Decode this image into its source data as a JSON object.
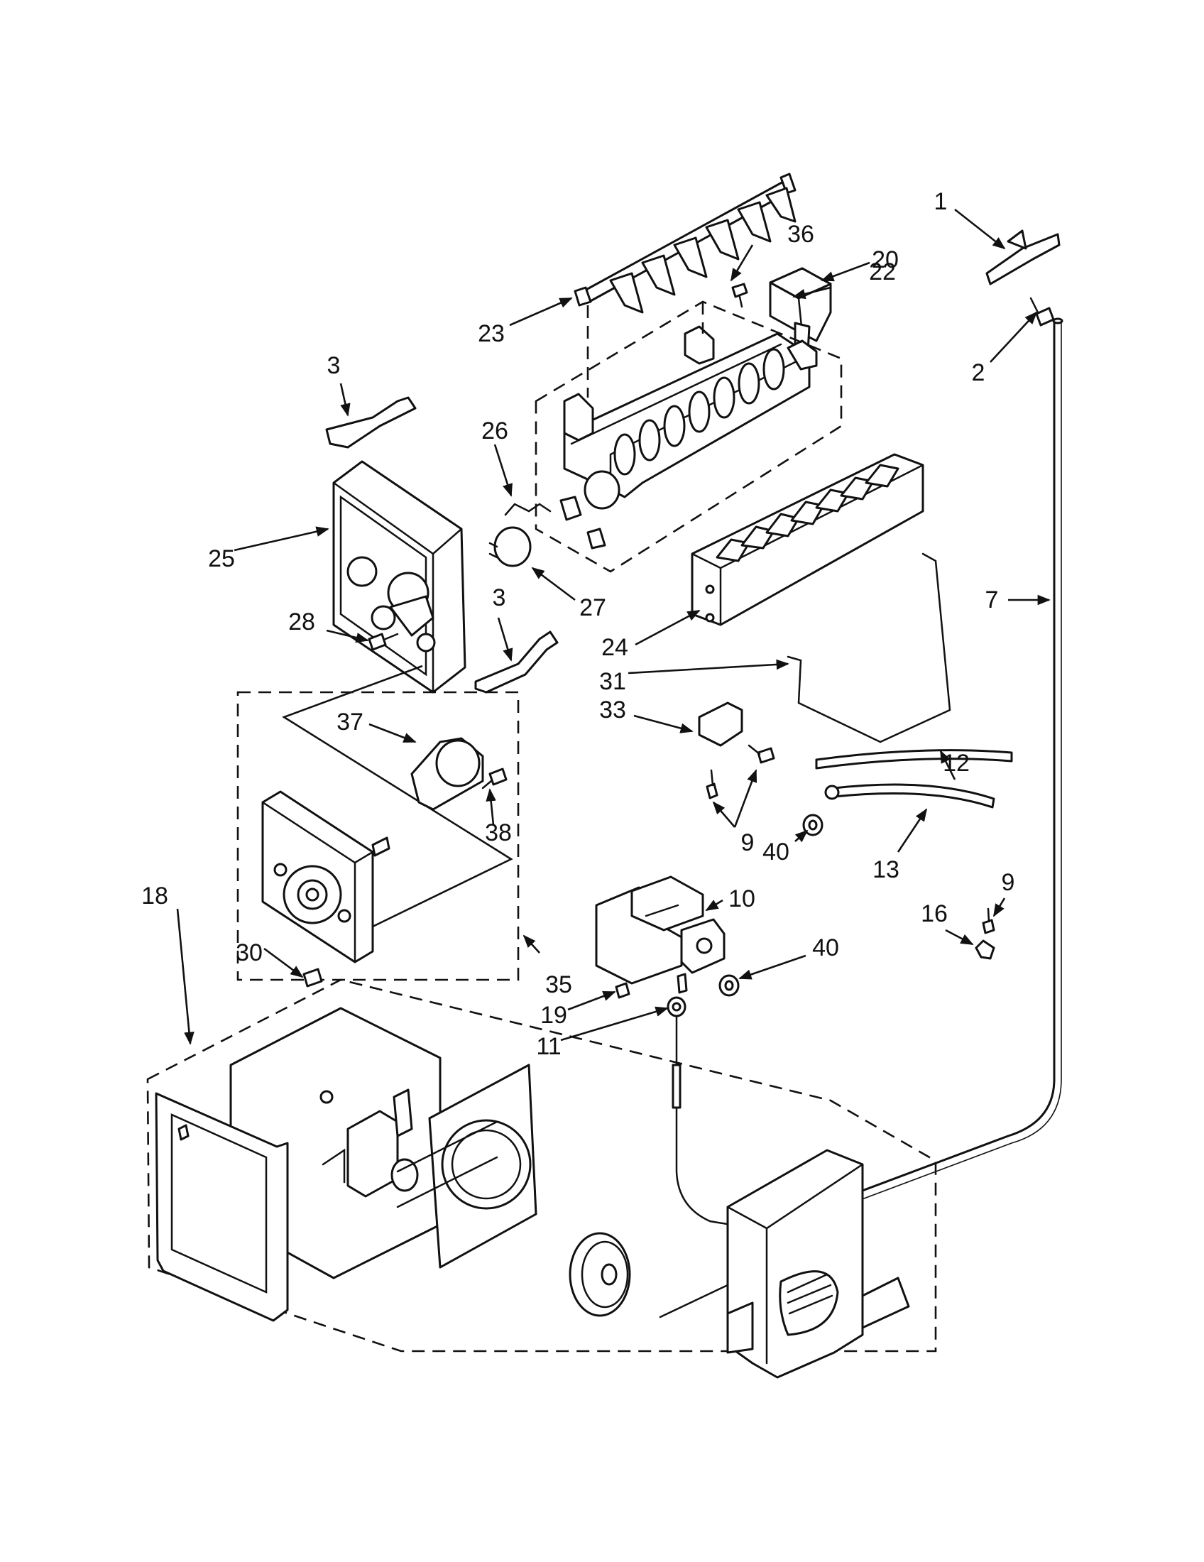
{
  "diagram": {
    "labels": {
      "p1": "1",
      "p2": "2",
      "p3a": "3",
      "p3b": "3",
      "p7": "7",
      "p9a": "9",
      "p9b": "9",
      "p10": "10",
      "p11": "11",
      "p12": "12",
      "p13": "13",
      "p16": "16",
      "p18": "18",
      "p19": "19",
      "p20": "20",
      "p22": "22",
      "p23": "23",
      "p24": "24",
      "p25": "25",
      "p26": "26",
      "p27": "27",
      "p28": "28",
      "p30": "30",
      "p31": "31",
      "p33": "33",
      "p35": "35",
      "p36": "36",
      "p37": "37",
      "p38": "38",
      "p40a": "40",
      "p40b": "40"
    }
  }
}
